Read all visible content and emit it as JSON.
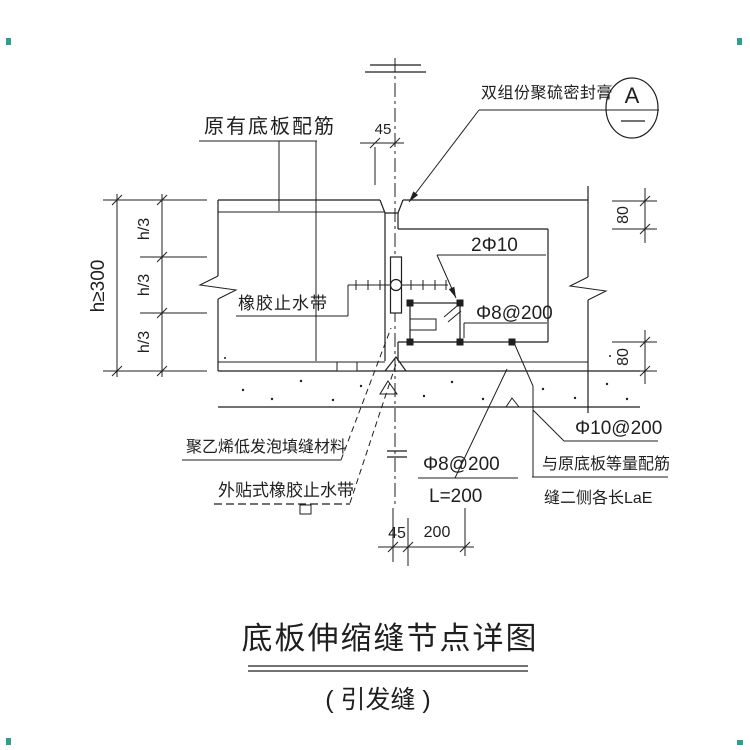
{
  "title": {
    "main": "底板伸缩缝节点详图",
    "sub": "( 引发缝 )"
  },
  "detail_mark": {
    "letter": "A"
  },
  "labels": {
    "sealant": "双组份聚硫密封膏",
    "original_rebar": "原有底板配筋",
    "rubber_waterstop": "橡胶止水带",
    "joint_filler": "聚乙烯低发泡填缝材料",
    "external_waterstop": "外贴式橡胶止水带",
    "bars_2d10": "2Φ10",
    "stirrup": "Φ8@200",
    "dowel": "Φ8@200",
    "dowel_length": "L=200",
    "added_bars": "Φ10@200",
    "equal_rebar": "与原底板等量配筋",
    "anchor_note": "缝二侧各长LaE"
  },
  "dimensions": {
    "slab_height": "h≥300",
    "third": "h/3",
    "cover_top": "80",
    "cover_bottom": "80",
    "joint_width_top": "45",
    "joint_width_bottom": "45",
    "key_width": "200"
  },
  "colors": {
    "line": "#1f1f1f",
    "background": "#ffffff",
    "scan_mark": "#2e9e8f"
  }
}
